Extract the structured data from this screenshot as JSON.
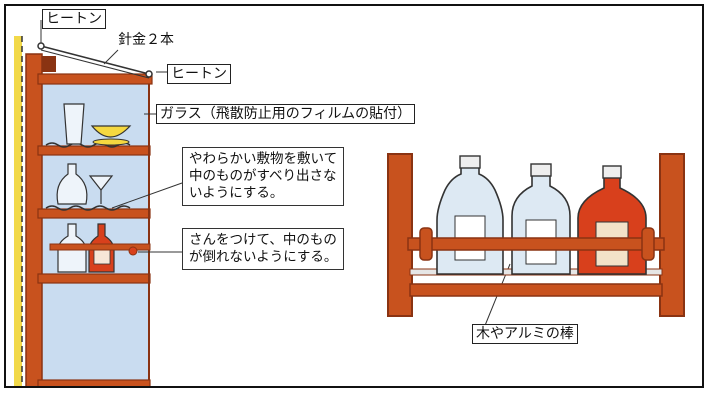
{
  "labels": {
    "heaton_top": "ヒートン",
    "wire": "針金２本",
    "heaton_right": "ヒートン",
    "glass": "ガラス（飛散防止用のフィルムの貼付）",
    "cloth_note": "やわらかい敷物を敷いて\n中のものがすべり出さな\nいようにする。",
    "bar_note": "さんをつけて、中のもの\nが倒れないようにする。",
    "rail": "木やアルミの棒"
  },
  "colors": {
    "wood": "#c8521e",
    "wood_dark": "#8a3312",
    "glass": "#c9dcf0",
    "wall_stripe": "#f2d94a",
    "bottle_red": "#d8401c",
    "bottle_blue": "#dde9f3"
  }
}
